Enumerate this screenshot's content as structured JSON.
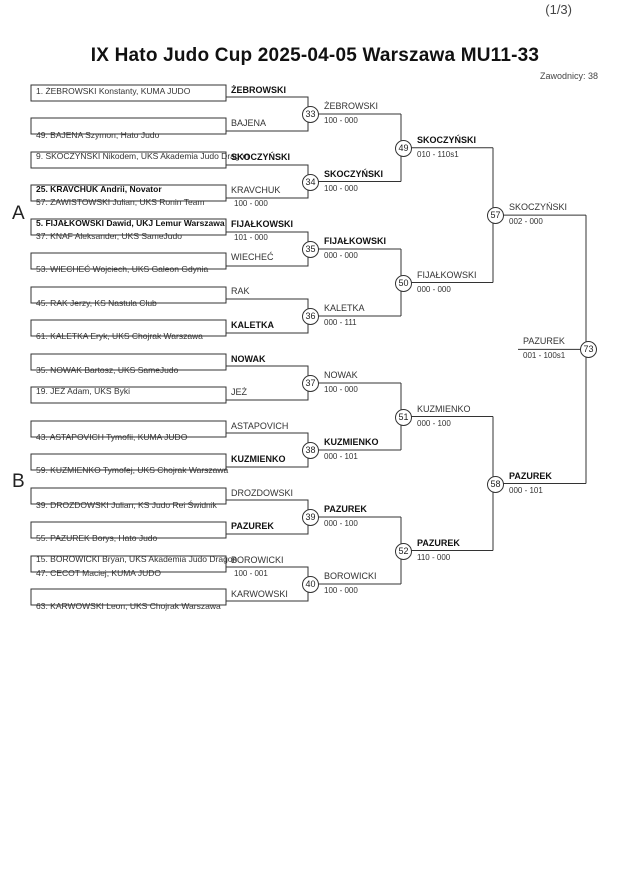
{
  "page_indicator": "(1/3)",
  "title": "IX Hato Judo Cup  2025-04-05  Warszawa   MU11-33",
  "competitors_count": "Zawodnicy: 38",
  "pools": [
    "A",
    "B"
  ],
  "entries": [
    {
      "text": "1. ŻEBROWSKI Konstanty, KUMA JUDO",
      "bold": false
    },
    {
      "text": "49. BAJENA Szymon, Hato Judo",
      "bold": false
    },
    {
      "text": "9. SKOCZYŃSKI Nikodem, UKS Akademia Judo Dragon",
      "bold": false
    },
    {
      "text": "25. KRAVCHUK Andrii, Novator",
      "bold": true
    },
    {
      "text": "57. ZAWISTOWSKI Julian, UKS Ronin Team",
      "bold": false
    },
    {
      "text": "5. FIJAŁKOWSKI Dawid, UKJ Lemur Warszawa",
      "bold": true
    },
    {
      "text": "37. KNAF Aleksander, UKS SameJudo",
      "bold": false
    },
    {
      "text": "53. WIECHEĆ Wojciech, UKS Galeon Gdynia",
      "bold": false
    },
    {
      "text": "45. RAK Jerzy, KS Nastula Club",
      "bold": false
    },
    {
      "text": "61. KALETKA Eryk, UKS Chojrak Warszawa",
      "bold": false
    },
    {
      "text": "35. NOWAK Bartosz, UKS SameJudo",
      "bold": false
    },
    {
      "text": "19. JEŻ Adam, UKS Byki",
      "bold": false
    },
    {
      "text": "43. ASTAPOVICH Tymofii, KUMA JUDO",
      "bold": false
    },
    {
      "text": "59. KUZMIENKO Tymofej, UKS Chojrak Warszawa",
      "bold": false
    },
    {
      "text": "39. DROZDOWSKI Julian, KS Judo Rei Świdnik",
      "bold": false
    },
    {
      "text": "55. PAZUREK Borys, Hato Judo",
      "bold": false
    },
    {
      "text": "15. BOROWICKI Bryan, UKS Akademia Judo Dragon",
      "bold": false
    },
    {
      "text": "47. CECOT Maciej, KUMA JUDO",
      "bold": false
    },
    {
      "text": "63. KARWOWSKI Leon, UKS Chojrak Warszawa",
      "bold": false
    }
  ],
  "round1_names": [
    {
      "name": "ŻEBROWSKI",
      "bold": true
    },
    {
      "name": "BAJENA",
      "bold": false
    },
    {
      "name": "SKOCZYŃSKI",
      "bold": true
    },
    {
      "name": "KRAVCHUK",
      "bold": false
    },
    {
      "name": "FIJAŁKOWSKI",
      "bold": true
    },
    {
      "name": "WIECHEĆ",
      "bold": false
    },
    {
      "name": "RAK",
      "bold": false
    },
    {
      "name": "KALETKA",
      "bold": true
    },
    {
      "name": "NOWAK",
      "bold": true
    },
    {
      "name": "JEŻ",
      "bold": false
    },
    {
      "name": "ASTAPOVICH",
      "bold": false
    },
    {
      "name": "KUZMIENKO",
      "bold": true
    },
    {
      "name": "DROZDOWSKI",
      "bold": false
    },
    {
      "name": "PAZUREK",
      "bold": true
    },
    {
      "name": "BOROWICKI",
      "bold": false
    },
    {
      "name": "KARWOWSKI",
      "bold": false
    }
  ],
  "round1_scores": [
    "100 - 000",
    "101 - 000",
    "100 - 001"
  ],
  "round2": [
    {
      "number": "33",
      "winner": "ŻEBROWSKI",
      "bold": false,
      "score": "100 - 000"
    },
    {
      "number": "34",
      "winner": "SKOCZYŃSKI",
      "bold": true,
      "score": "100 - 000"
    },
    {
      "number": "35",
      "winner": "FIJAŁKOWSKI",
      "bold": true,
      "score": "000 - 000"
    },
    {
      "number": "36",
      "winner": "KALETKA",
      "bold": false,
      "score": "000 - 111"
    },
    {
      "number": "37",
      "winner": "NOWAK",
      "bold": false,
      "score": "100 - 000"
    },
    {
      "number": "38",
      "winner": "KUZMIENKO",
      "bold": true,
      "score": "000 - 101"
    },
    {
      "number": "39",
      "winner": "PAZUREK",
      "bold": true,
      "score": "000 - 100"
    },
    {
      "number": "40",
      "winner": "BOROWICKI",
      "bold": false,
      "score": "100 - 000"
    }
  ],
  "round3": [
    {
      "number": "49",
      "winner": "SKOCZYŃSKI",
      "bold": true,
      "score": "010 - 110s1"
    },
    {
      "number": "50",
      "winner": "FIJAŁKOWSKI",
      "bold": false,
      "score": "000 - 000"
    },
    {
      "number": "51",
      "winner": "KUZMIENKO",
      "bold": false,
      "score": "000 - 100"
    },
    {
      "number": "52",
      "winner": "PAZUREK",
      "bold": true,
      "score": "110 - 000"
    }
  ],
  "semis": [
    {
      "number": "57",
      "winner": "SKOCZYŃSKI",
      "bold": false,
      "score": "002 - 000"
    },
    {
      "number": "58",
      "winner": "PAZUREK",
      "bold": true,
      "score": "000 - 101"
    }
  ],
  "final": {
    "number": "73",
    "winner": "PAZUREK",
    "bold": false,
    "score": "001 - 100s1"
  }
}
